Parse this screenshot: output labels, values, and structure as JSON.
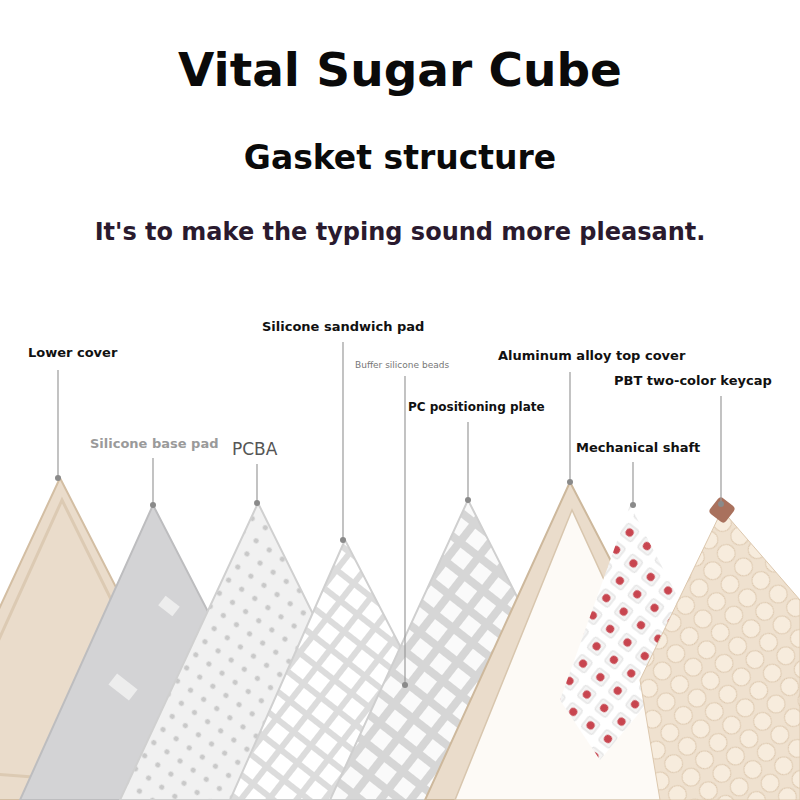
{
  "diagram": {
    "title": "Vital Sugar Cube",
    "labels": [
      "Gasket structure",
      "It's to make the typing sound more pleasant.",
      "Lower cover",
      "Silicone base pad",
      "PCBA",
      "Silicone sandwich pad",
      "Buffer silicone beads",
      "PC positioning plate",
      "Aluminum alloy top cover",
      "Mechanical shaft",
      "PBT two-color keycap"
    ]
  }
}
